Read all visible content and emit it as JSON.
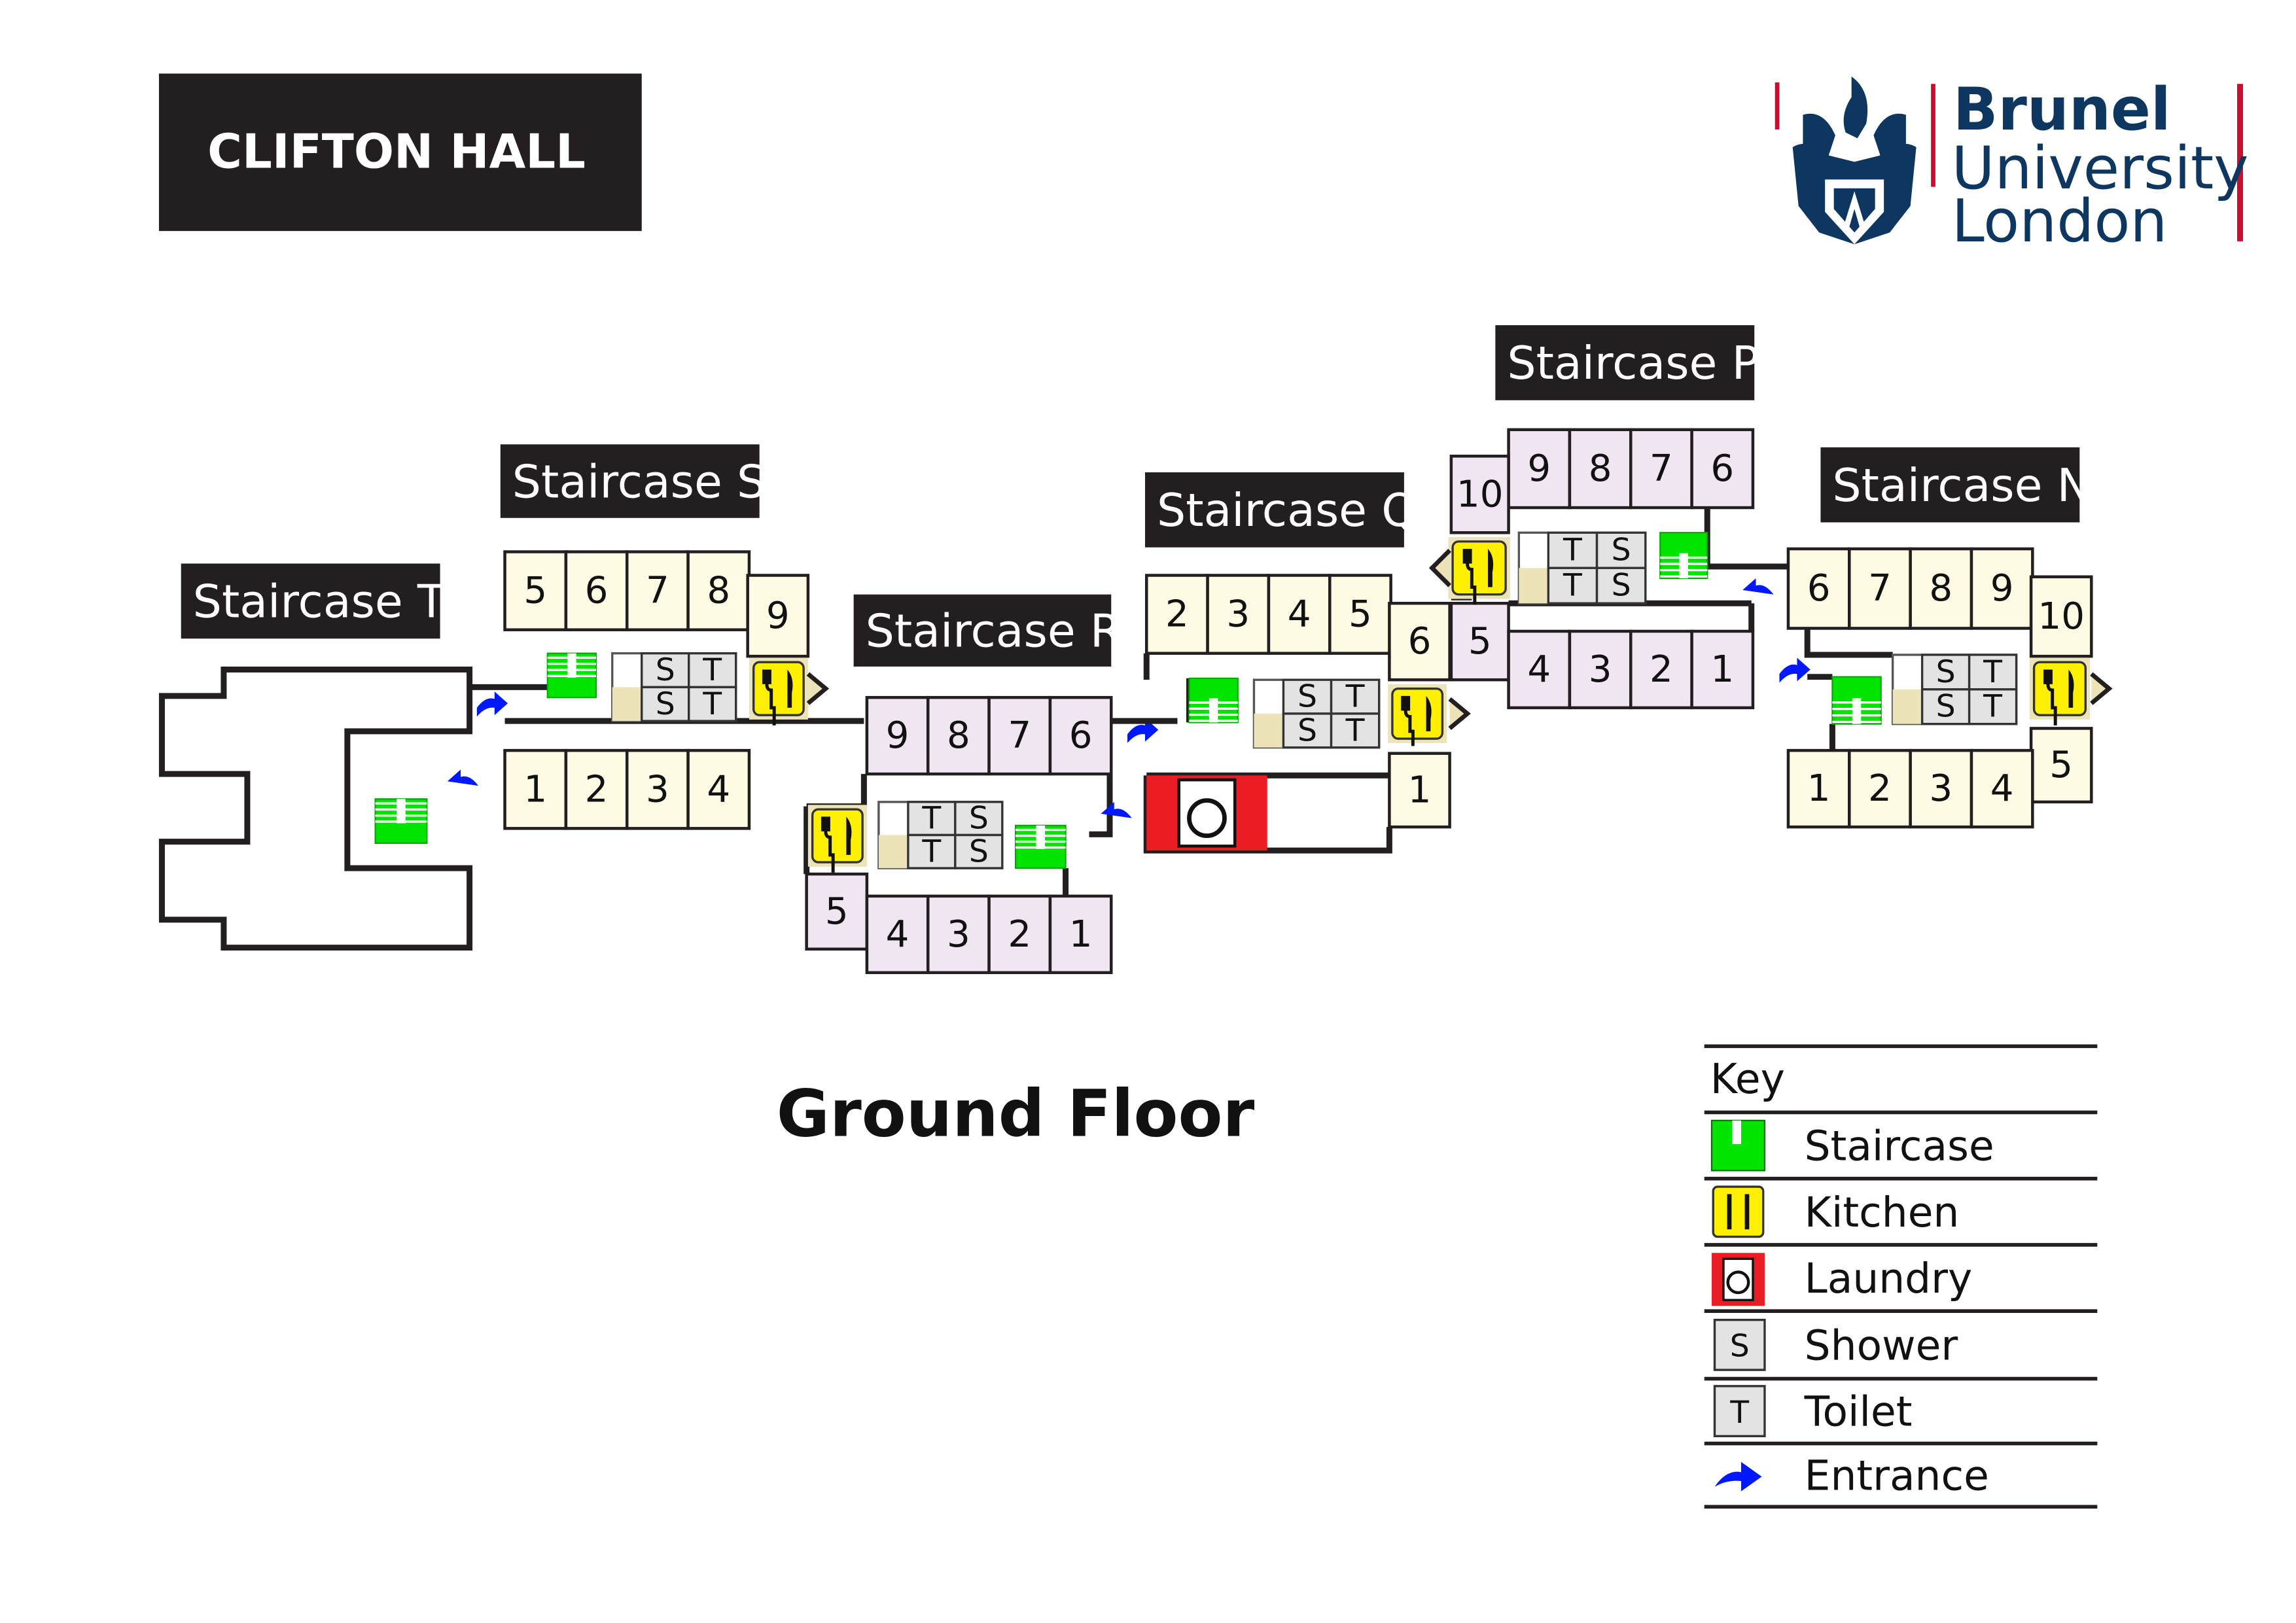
{
  "title": "CLIFTON HALL",
  "floor": "Ground Floor",
  "logo": {
    "line1": "Brunel",
    "line2": "University",
    "line3": "London"
  },
  "colors": {
    "navy": "#0d3660",
    "red": "#c8102e",
    "cream": "#fdfbe3",
    "lilac": "#efe6f2",
    "staircase": "#00e400",
    "kitchen": "#ffef00",
    "laundry": "#ec1c24",
    "entrance": "#0018ff"
  },
  "staircases": [
    {
      "name": "Staircase T",
      "rooms": [],
      "bath": []
    },
    {
      "name": "Staircase S",
      "rooms": [
        "5",
        "6",
        "7",
        "8",
        "9",
        "1",
        "2",
        "3",
        "4"
      ],
      "bath": [
        "S",
        "T",
        "S",
        "T"
      ]
    },
    {
      "name": "Staircase R",
      "rooms": [
        "9",
        "8",
        "7",
        "6",
        "5",
        "4",
        "3",
        "2",
        "1"
      ],
      "bath": [
        "T",
        "S",
        "T",
        "S"
      ]
    },
    {
      "name": "Staircase Q",
      "rooms": [
        "2",
        "3",
        "4",
        "5",
        "6",
        "1"
      ],
      "bath": [
        "S",
        "T",
        "S",
        "T"
      ]
    },
    {
      "name": "Staircase P",
      "rooms": [
        "9",
        "8",
        "7",
        "6",
        "10",
        "5",
        "4",
        "3",
        "2",
        "1"
      ],
      "bath": [
        "T",
        "S",
        "T",
        "S"
      ]
    },
    {
      "name": "Staircase N",
      "rooms": [
        "6",
        "7",
        "8",
        "9",
        "10",
        "5",
        "1",
        "2",
        "3",
        "4"
      ],
      "bath": [
        "S",
        "T",
        "S",
        "T"
      ]
    }
  ],
  "key": {
    "title": "Key",
    "items": [
      {
        "icon": "staircase",
        "label": "Staircase"
      },
      {
        "icon": "kitchen",
        "label": "Kitchen"
      },
      {
        "icon": "laundry",
        "label": "Laundry"
      },
      {
        "icon": "shower",
        "label": "Shower",
        "letter": "S"
      },
      {
        "icon": "toilet",
        "label": "Toilet",
        "letter": "T"
      },
      {
        "icon": "entrance",
        "label": "Entrance"
      }
    ]
  }
}
